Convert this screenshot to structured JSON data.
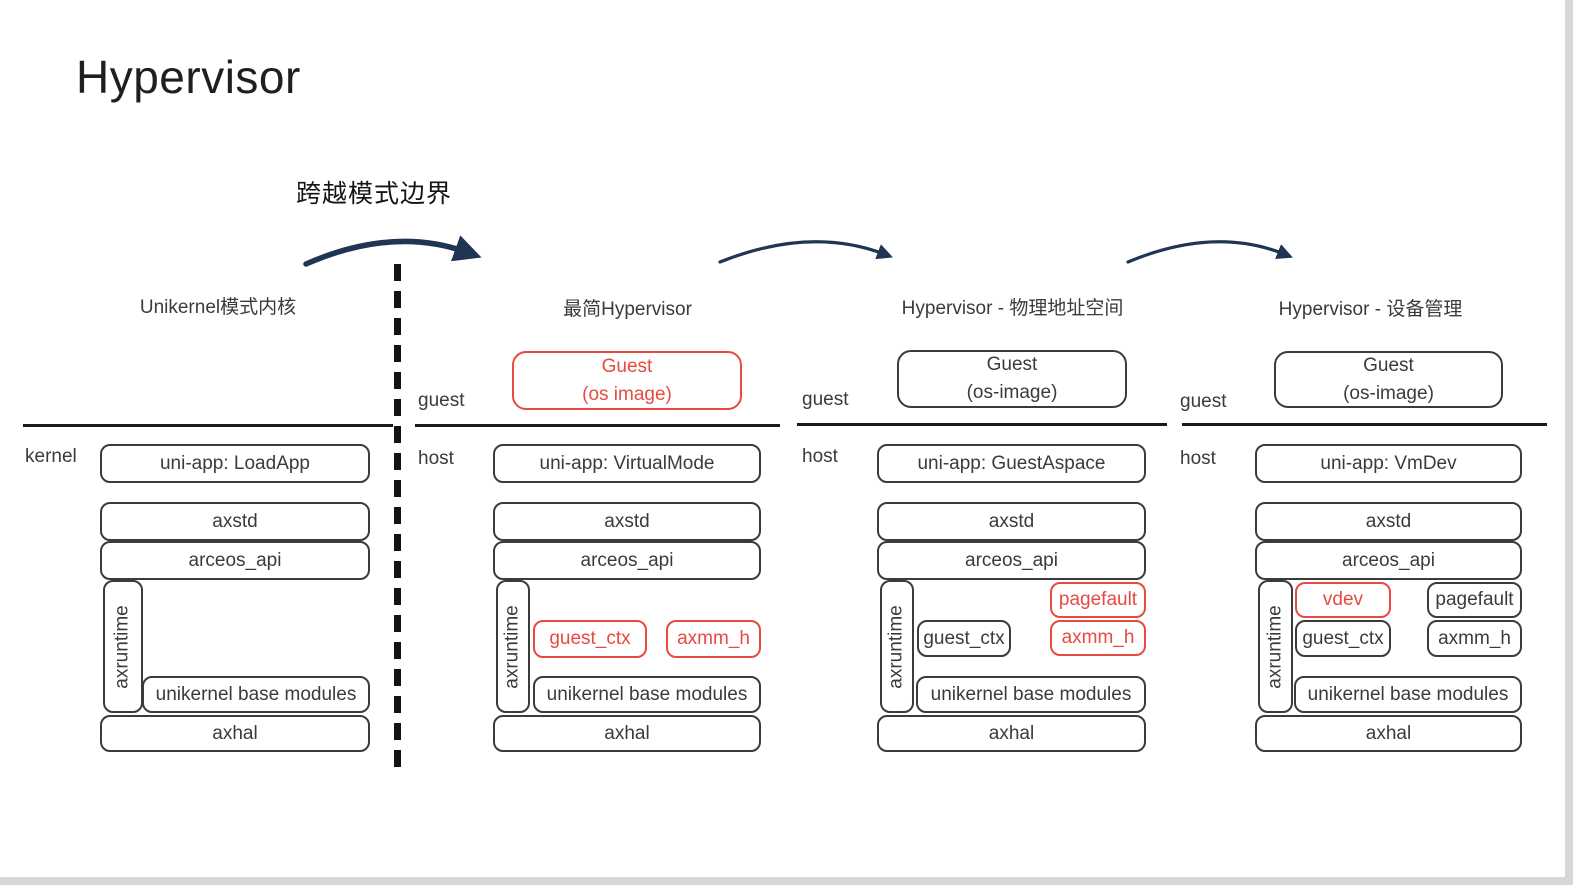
{
  "page": {
    "title": "Hypervisor",
    "crossing_mode_label": "跨越模式边界"
  },
  "colors": {
    "highlight_red": "#e84a41",
    "arrow_navy": "#1f3553",
    "box_border_dark": "#3b3b3b",
    "window_edge_gray": "#d7d7d7"
  },
  "columns": [
    {
      "header": "Unikernel模式内核",
      "side_label": "kernel",
      "uni_app": "uni-app: LoadApp",
      "axstd": "axstd",
      "arceos_api": "arceos_api",
      "axruntime": "axruntime",
      "base_modules": "unikernel base modules",
      "axhal": "axhal"
    },
    {
      "header": "最简Hypervisor",
      "guest_label": "guest",
      "host_label": "host",
      "guest_line1": "Guest",
      "guest_line2": "(os image)",
      "uni_app": "uni-app: VirtualMode",
      "axstd": "axstd",
      "arceos_api": "arceos_api",
      "axruntime": "axruntime",
      "guest_ctx": "guest_ctx",
      "axmm_h": "axmm_h",
      "base_modules": "unikernel base modules",
      "axhal": "axhal"
    },
    {
      "header": "Hypervisor - 物理地址空间",
      "guest_label": "guest",
      "host_label": "host",
      "guest_line1": "Guest",
      "guest_line2": "(os-image)",
      "uni_app": "uni-app: GuestAspace",
      "axstd": "axstd",
      "arceos_api": "arceos_api",
      "axruntime": "axruntime",
      "guest_ctx": "guest_ctx",
      "pagefault": "pagefault",
      "axmm_h": "axmm_h",
      "base_modules": "unikernel base modules",
      "axhal": "axhal"
    },
    {
      "header": "Hypervisor - 设备管理",
      "guest_label": "guest",
      "host_label": "host",
      "guest_line1": "Guest",
      "guest_line2": "(os-image)",
      "uni_app": "uni-app: VmDev",
      "axstd": "axstd",
      "arceos_api": "arceos_api",
      "axruntime": "axruntime",
      "vdev": "vdev",
      "guest_ctx": "guest_ctx",
      "pagefault": "pagefault",
      "axmm_h": "axmm_h",
      "base_modules": "unikernel base modules",
      "axhal": "axhal"
    }
  ]
}
